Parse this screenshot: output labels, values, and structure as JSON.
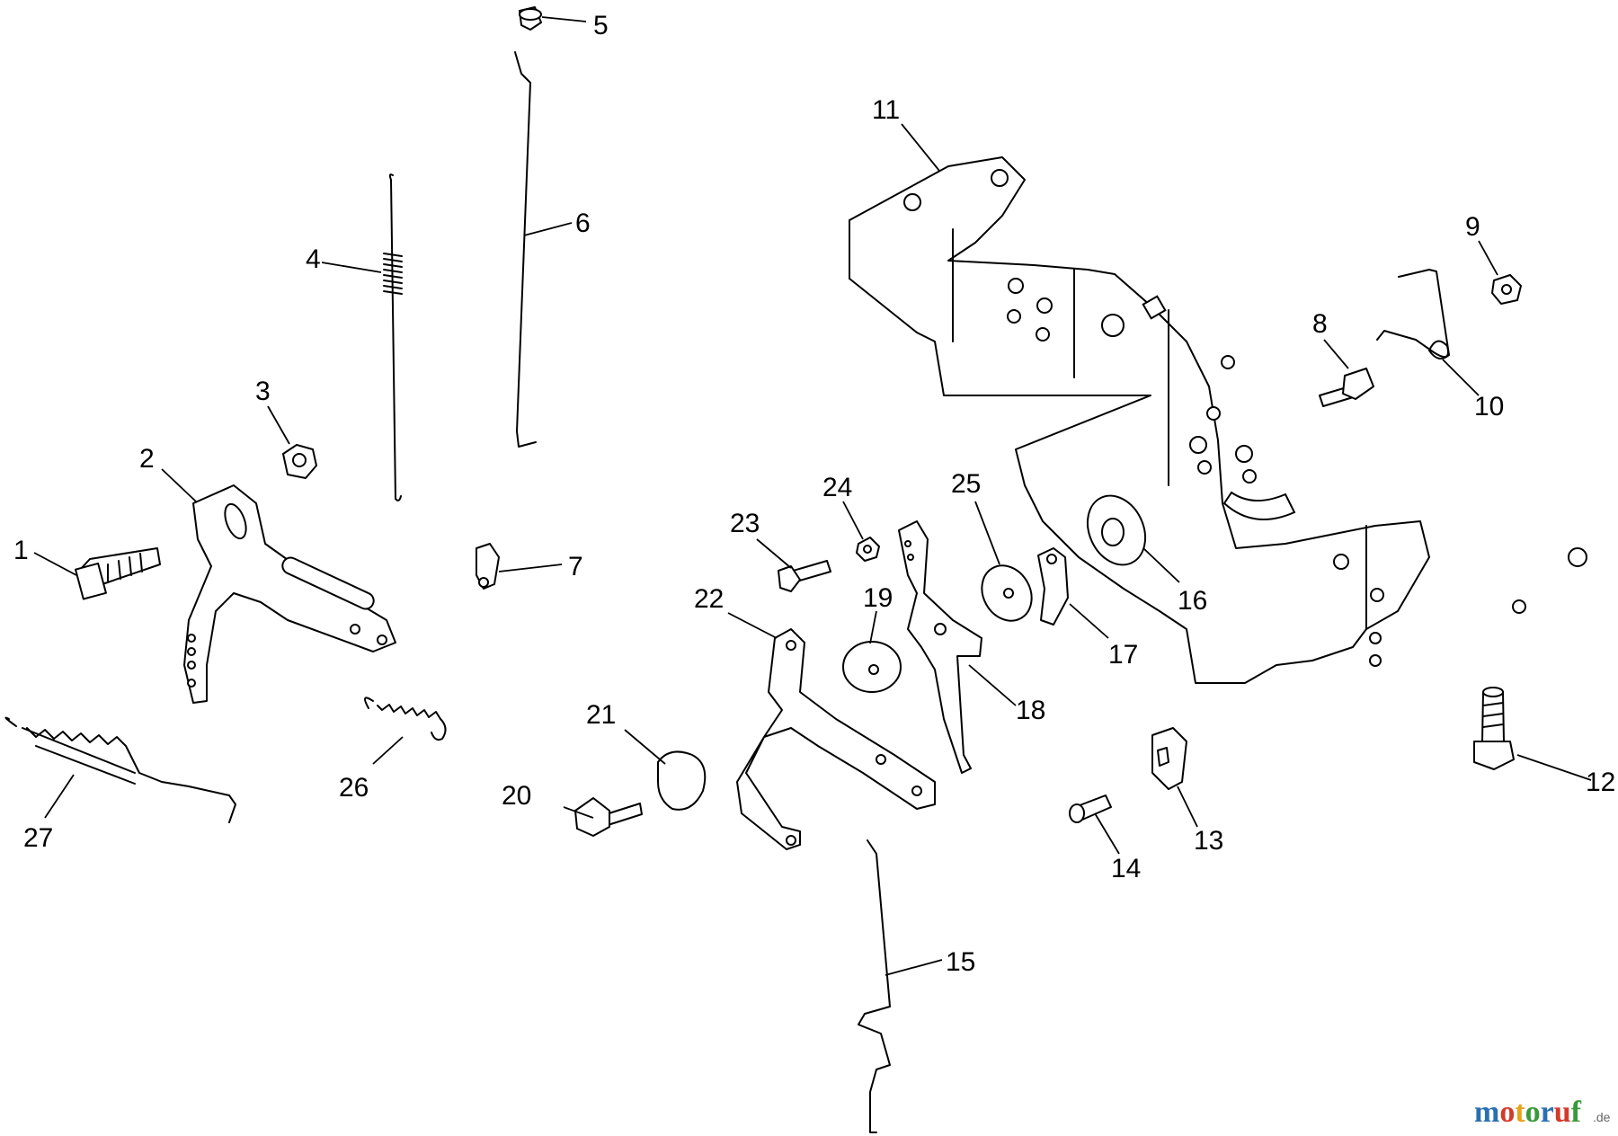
{
  "callouts": {
    "c1": "1",
    "c2": "2",
    "c3": "3",
    "c4": "4",
    "c5": "5",
    "c6": "6",
    "c7": "7",
    "c8": "8",
    "c9": "9",
    "c10": "10",
    "c11": "11",
    "c12": "12",
    "c13": "13",
    "c14": "14",
    "c15": "15",
    "c16": "16",
    "c17": "17",
    "c18": "18",
    "c19": "19",
    "c20": "20",
    "c21": "21",
    "c22": "22",
    "c23": "23",
    "c24": "24",
    "c25": "25",
    "c26": "26",
    "c27": "27"
  },
  "watermark": {
    "brand": "motoruf",
    "tld": ".de",
    "colors": {
      "m": "#2a6fb0",
      "o1": "#d33a2c",
      "t": "#e8a317",
      "o2": "#3a9a3a",
      "r": "#2a6fb0",
      "u": "#d33a2c",
      "f": "#3a9a3a"
    }
  }
}
